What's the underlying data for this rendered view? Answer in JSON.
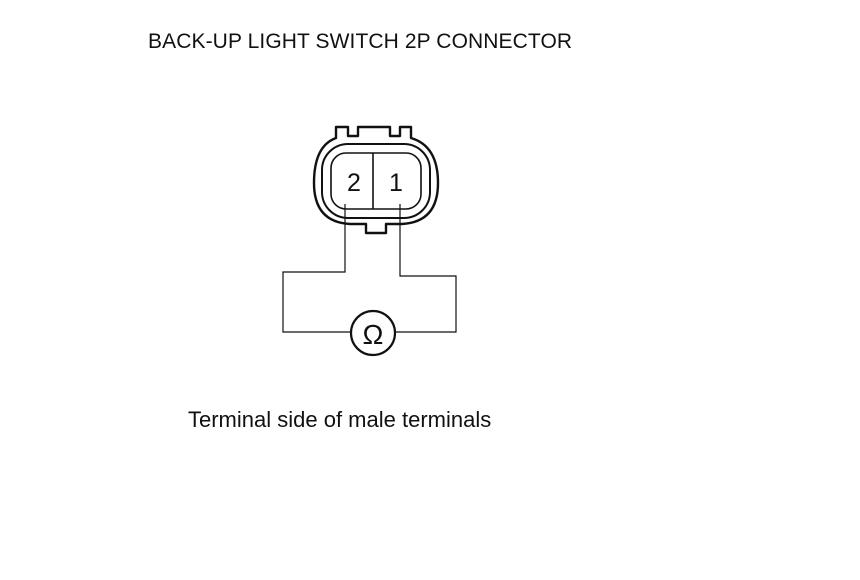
{
  "title": "BACK-UP LIGHT SWITCH 2P CONNECTOR",
  "connector": {
    "pins": [
      "2",
      "1"
    ]
  },
  "meter": {
    "symbol": "Ω",
    "icon": "ohmmeter-icon"
  },
  "caption": "Terminal side of male terminals"
}
